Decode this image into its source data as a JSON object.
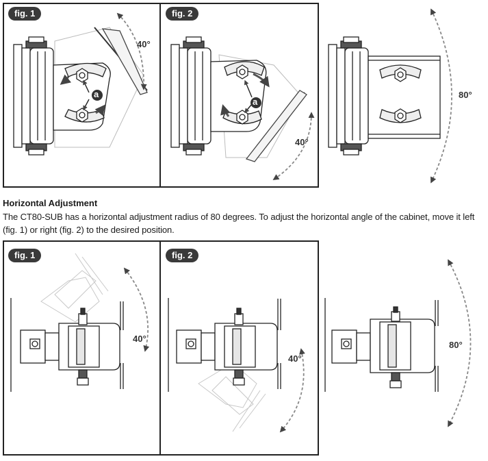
{
  "top_panel": {
    "fig1_label": "fig. 1",
    "fig2_label": "fig. 2",
    "fig1_angle": "40°",
    "fig2_angle": "40°",
    "range_angle": "80°",
    "callout": "a"
  },
  "section": {
    "heading": "Horizontal Adjustment",
    "body": "The CT80-SUB has a horizontal adjustment radius of 80 degrees. To adjust the horizontal angle of the cabinet, move it left (fig. 1) or right (fig. 2) to the desired position."
  },
  "bottom_panel": {
    "fig1_label": "fig. 1",
    "fig2_label": "fig. 2",
    "fig1_angle": "40°",
    "fig2_angle": "40°",
    "range_angle": "80°"
  }
}
